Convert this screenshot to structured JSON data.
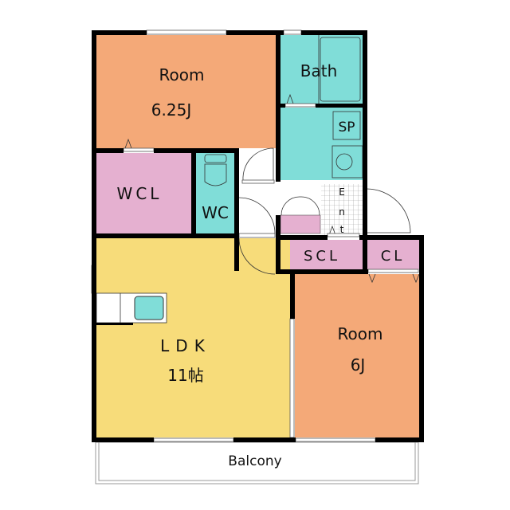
{
  "title": "Floor plan",
  "colors": {
    "room": "#f4a978",
    "water": "#80ddd8",
    "closet": "#e5b0d0",
    "ldk": "#f7dc7a",
    "wall": "#000000"
  },
  "rooms": {
    "room_north": {
      "name": "Room",
      "size": "6.25J"
    },
    "bath": {
      "name": "Bath"
    },
    "sp": {
      "name": "SP"
    },
    "wcl": {
      "name": "WCL"
    },
    "wc": {
      "name": "WC"
    },
    "entrance": {
      "letters": [
        "E",
        "n",
        "t"
      ]
    },
    "scl": {
      "name": "SCL"
    },
    "cl": {
      "name": "CL"
    },
    "ldk": {
      "name": "LDK",
      "size": "11帖"
    },
    "room_south": {
      "name": "Room",
      "size": "6J"
    },
    "balcony": {
      "name": "Balcony"
    }
  }
}
